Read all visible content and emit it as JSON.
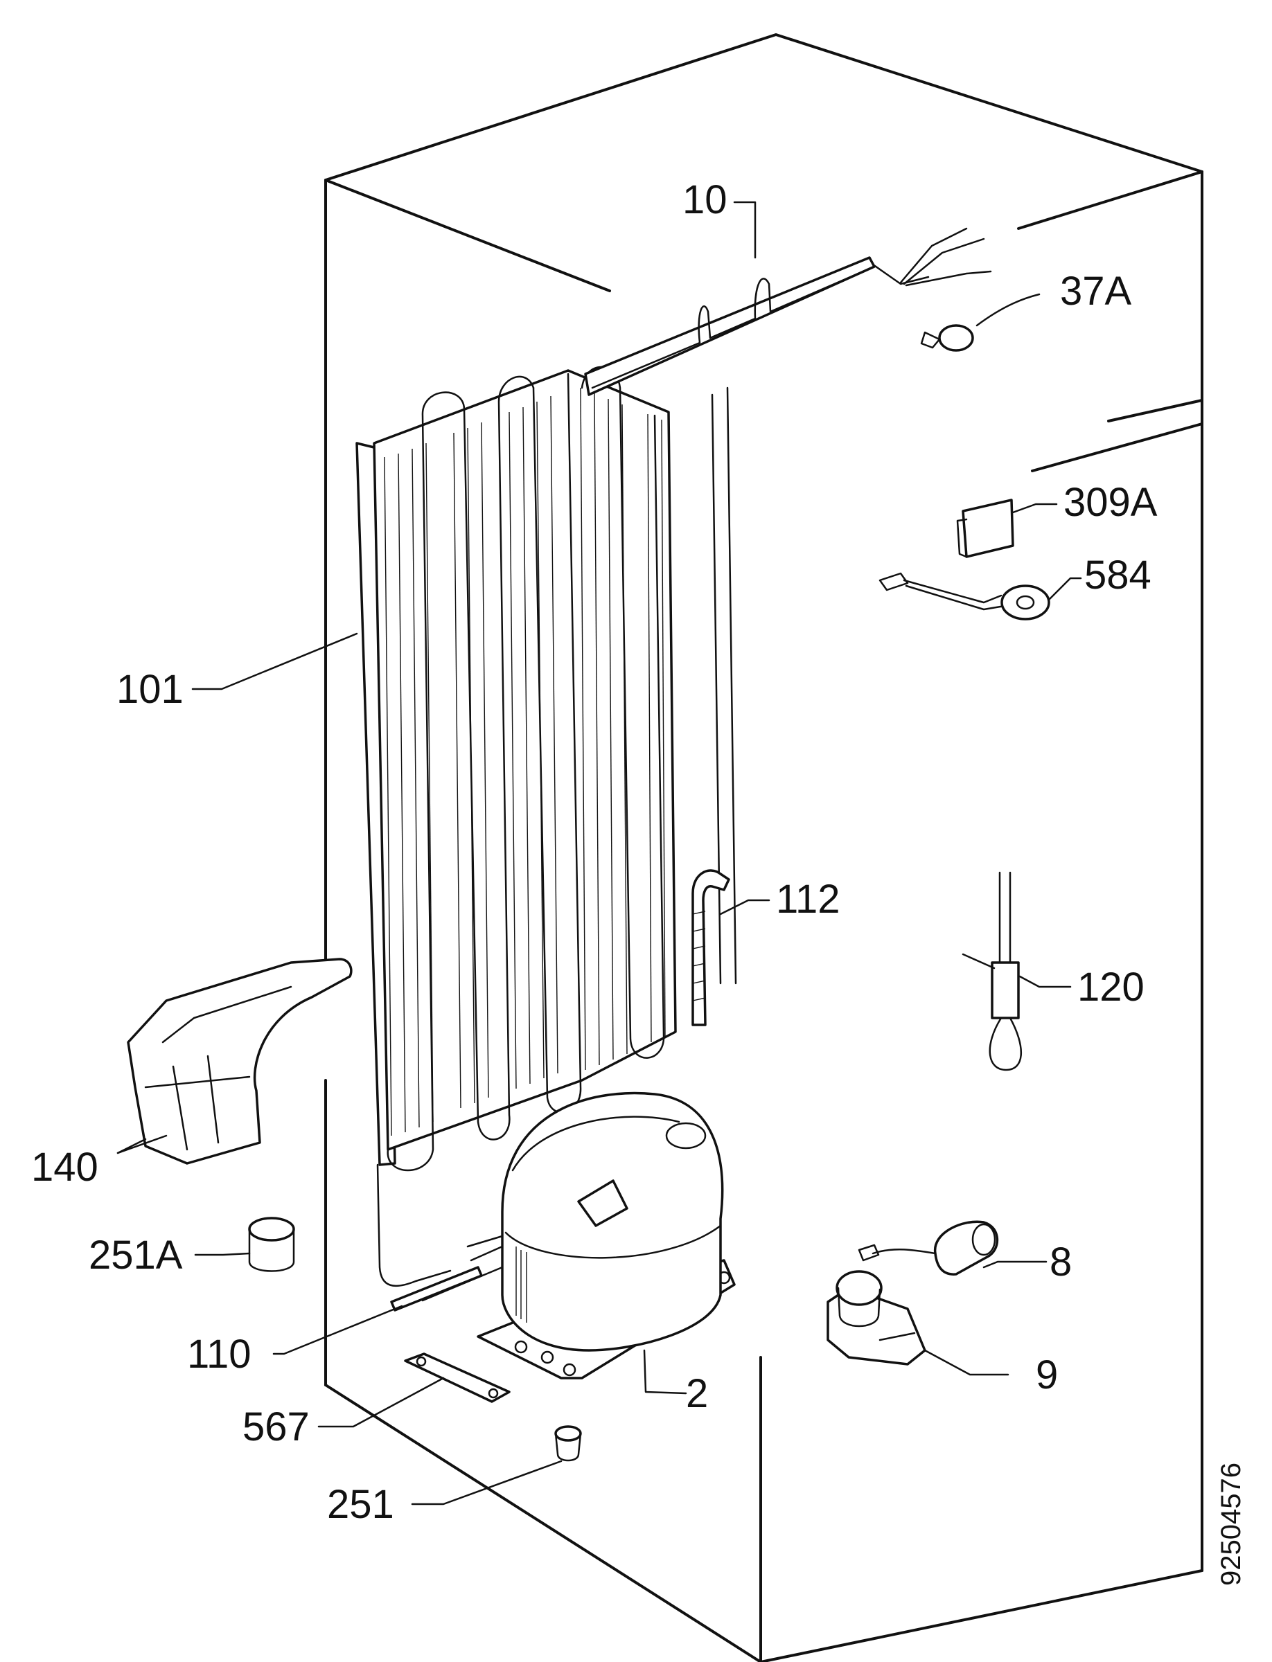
{
  "diagram": {
    "callouts": [
      {
        "id": "p10",
        "text": "10"
      },
      {
        "id": "p37a",
        "text": "37A"
      },
      {
        "id": "p309a",
        "text": "309A"
      },
      {
        "id": "p584",
        "text": "584"
      },
      {
        "id": "p101",
        "text": "101"
      },
      {
        "id": "p112",
        "text": "112"
      },
      {
        "id": "p120",
        "text": "120"
      },
      {
        "id": "p140",
        "text": "140"
      },
      {
        "id": "p251a",
        "text": "251A"
      },
      {
        "id": "p8",
        "text": "8"
      },
      {
        "id": "p9",
        "text": "9"
      },
      {
        "id": "p110",
        "text": "110"
      },
      {
        "id": "p2",
        "text": "2"
      },
      {
        "id": "p567",
        "text": "567"
      },
      {
        "id": "p251",
        "text": "251"
      }
    ],
    "drawing_code": "92504576"
  }
}
